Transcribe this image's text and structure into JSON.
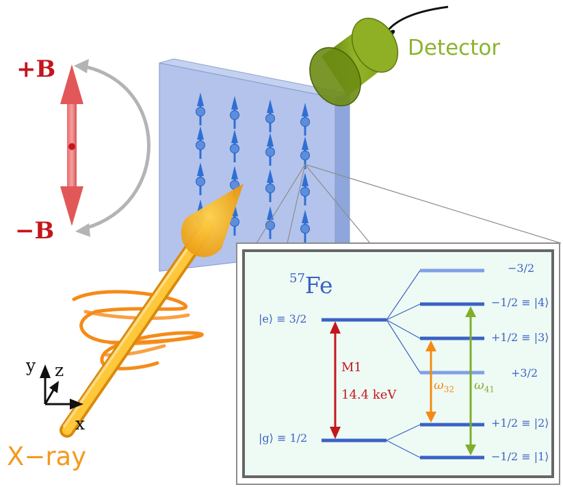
{
  "field": {
    "plus_label": "+B",
    "minus_label": "−B"
  },
  "detector": {
    "label": "Detector"
  },
  "beam": {
    "label": "X−ray"
  },
  "axes": {
    "x": "x",
    "y": "y",
    "z": "z"
  },
  "panel": {
    "isotope_mass": "57",
    "isotope_symbol": "Fe",
    "excited_state": "|e⟩ ≡ 3/2",
    "ground_state": "|g⟩ ≡ 1/2",
    "transition_name": "M1",
    "transition_energy": "14.4 keV",
    "omega32": "ω",
    "omega32_sub": "32",
    "omega41": "ω",
    "omega41_sub": "41",
    "levels": [
      "−3/2",
      "−1/2 ≡ |4⟩",
      "+1/2 ≡ |3⟩",
      "+3/2",
      "+1/2 ≡ |2⟩",
      "−1/2 ≡ |1⟩"
    ]
  },
  "colors": {
    "field_red": "#c4161c",
    "sample_blue": "#9fb3e6",
    "spin_blue": "#2f6fd4",
    "detector_green": "#7a9a1c",
    "xray_orange": "#f39a1e",
    "level_blue": "#3a62c4",
    "omega32_orange": "#f48a12",
    "omega41_green": "#7fae2d",
    "panel_bg": "#eefaf4"
  }
}
